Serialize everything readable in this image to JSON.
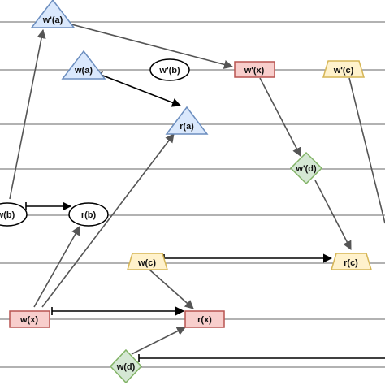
{
  "colors": {
    "blue_fill": "#dae8fc",
    "blue_stroke": "#6c8ebf",
    "red_fill": "#f8cecc",
    "red_stroke": "#b85450",
    "yellow_fill": "#fff2cc",
    "yellow_stroke": "#d6b656",
    "green_fill": "#d5e8d4",
    "green_stroke": "#82b366",
    "ellipse_fill": "#ffffff",
    "ellipse_stroke": "#000000",
    "gray_arrow": "#555555",
    "black_arrow": "#000000",
    "lane_line": "#666666"
  },
  "nodes": {
    "wp_a": "w'(a)",
    "w_a": "w(a)",
    "wp_b": "w'(b)",
    "wp_x": "w'(x)",
    "wp_c": "w'(c)",
    "r_a": "r(a)",
    "wp_d": "w'(d)",
    "w_b": "w(b)",
    "r_b": "r(b)",
    "w_c": "w(c)",
    "r_c": "r(c)",
    "w_x": "w(x)",
    "r_x": "r(x)",
    "w_d": "w(d)"
  }
}
